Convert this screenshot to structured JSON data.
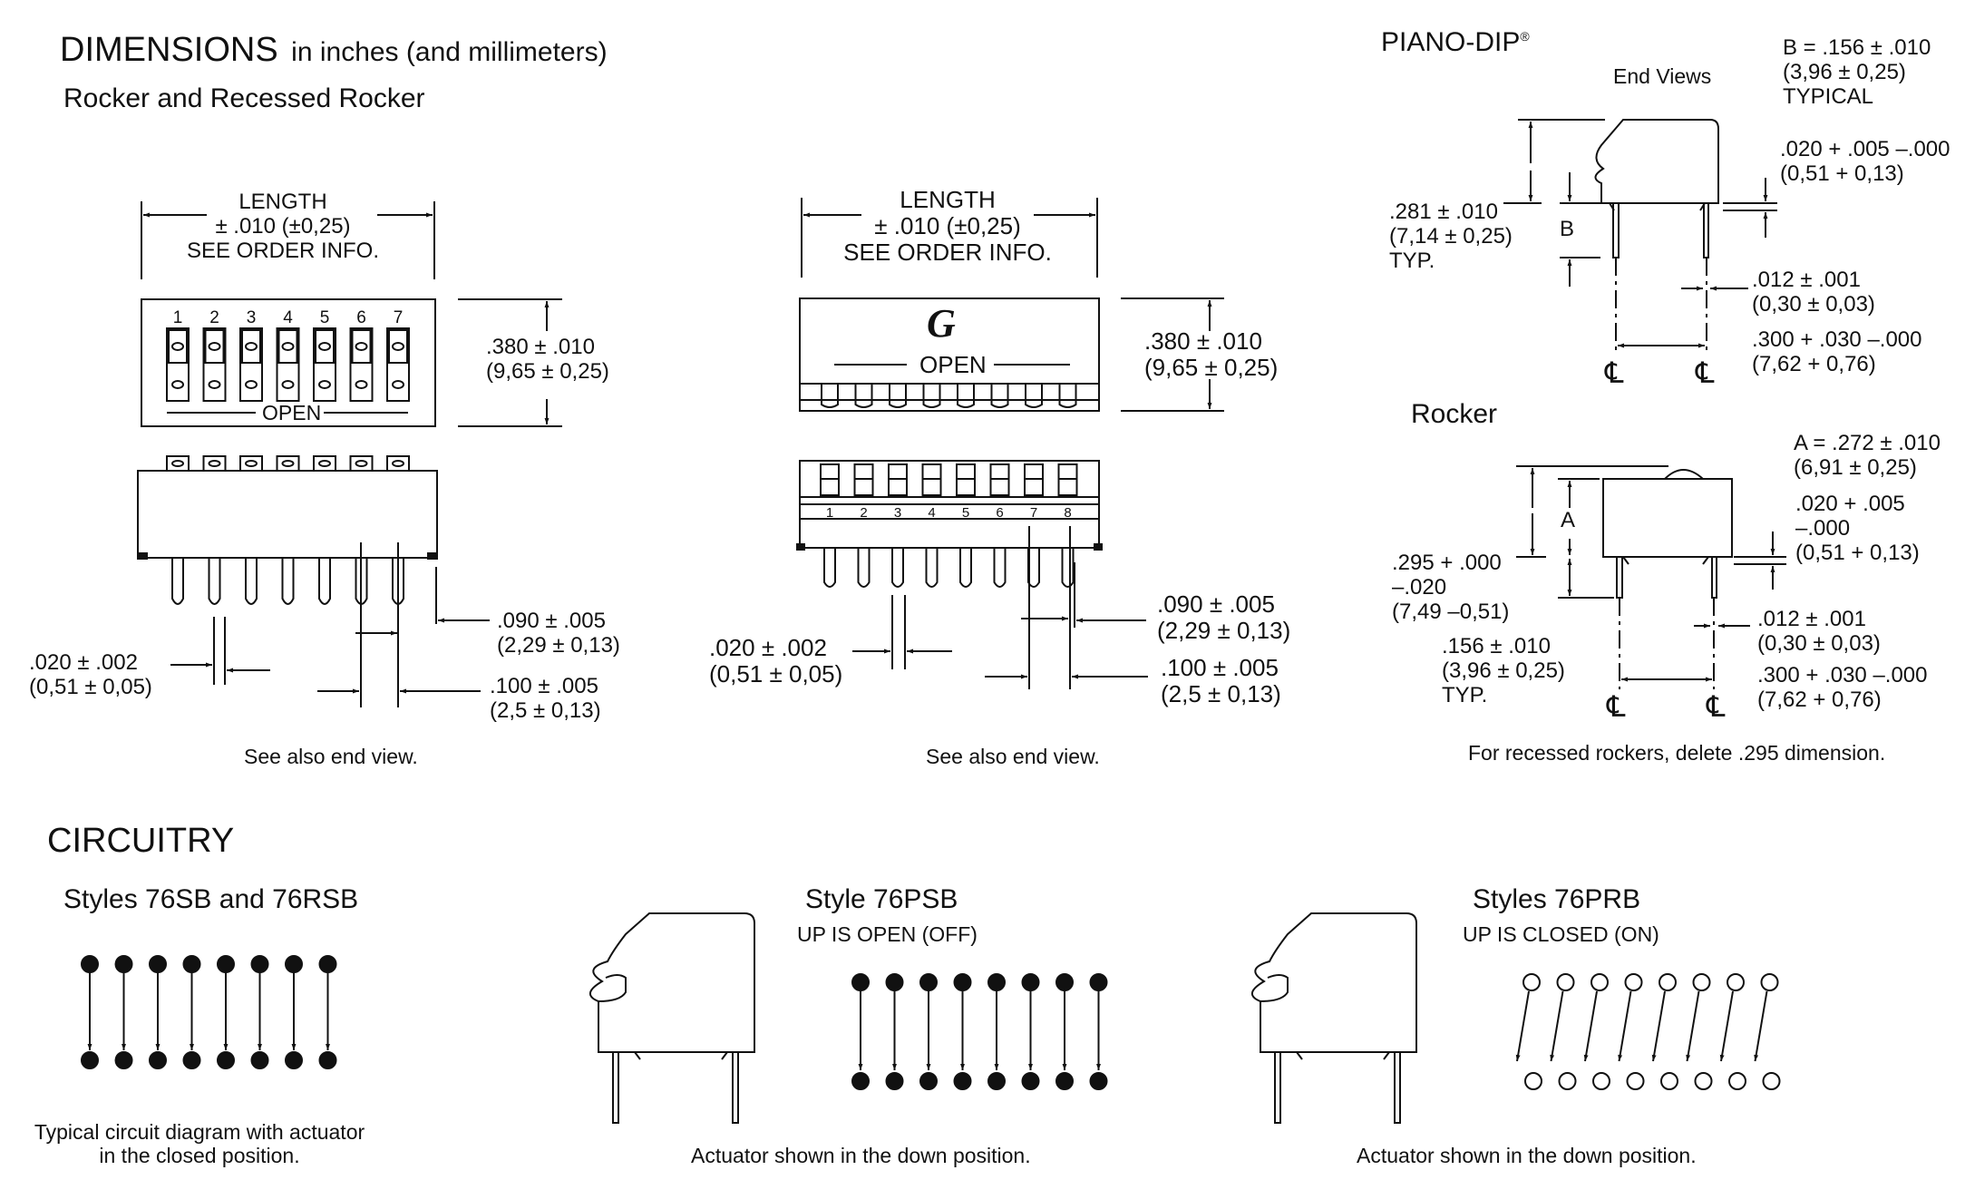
{
  "header": {
    "title": "DIMENSIONS",
    "title_suffix": "in inches (and millimeters)",
    "subtitle": "Rocker and Recessed Rocker"
  },
  "left_diagram": {
    "length_label": "LENGTH\n± .010 (±0,25)\nSEE ORDER INFO.",
    "height_label": ".380 ± .010\n(9,65 ± 0,25)",
    "open_label": "OPEN",
    "switch_numbers": [
      "1",
      "2",
      "3",
      "4",
      "5",
      "6",
      "7"
    ],
    "pin_width_label": ".020 ± .002\n(0,51 ± 0,05)",
    "offset_label": ".090 ± .005\n(2,29 ± 0,13)",
    "pitch_label": ".100 ± .005\n(2,5 ± 0,13)",
    "caption": "See also end view."
  },
  "middle_diagram": {
    "length_label": "LENGTH\n± .010 (±0,25)\nSEE ORDER INFO.",
    "height_label": ".380 ± .010\n(9,65 ± 0,25)",
    "logo_glyph": "G",
    "open_label": "OPEN",
    "switch_numbers": [
      "1",
      "2",
      "3",
      "4",
      "5",
      "6",
      "7",
      "8"
    ],
    "pin_width_label": ".020 ± .002\n(0,51 ± 0,05)",
    "offset_label": ".090 ± .005\n(2,29 ± 0,13)",
    "pitch_label": ".100 ± .005\n(2,5 ± 0,13)",
    "caption": "See also end view."
  },
  "piano_dip": {
    "title": "PIANO-DIP",
    "registered_mark": "®",
    "end_views_label": "End Views",
    "b_spec": "B = .156 ± .010\n(3,96 ± 0,25)\nTYPICAL",
    "thickness_label": ".020 + .005 –.000\n(0,51 + 0,13)",
    "height_label": ".281 ± .010\n(7,14 ± 0,25)\nTYP.",
    "b_letter": "B",
    "pin_label": ".012 ± .001\n(0,30 ± 0,03)",
    "spacing_label": ".300 + .030 –.000\n(7,62 + 0,76)",
    "centerline_symbol": "℄"
  },
  "rocker_end": {
    "title": "Rocker",
    "a_spec": "A = .272 ± .010\n(6,91 ± 0,25)",
    "a_letter": "A",
    "thickness_label": ".020 + .005\n–.000\n(0,51 + 0,13)",
    "height_label": ".295 + .000\n–.020\n(7,49 –0,51)",
    "standoff_label": ".156 ± .010\n(3,96 ± 0,25)\nTYP.",
    "pin_label": ".012 ± .001\n(0,30 ± 0,03)",
    "spacing_label": ".300 + .030 –.000\n(7,62 + 0,76)",
    "caption": "For recessed rockers, delete .295 dimension."
  },
  "circuitry": {
    "title": "CIRCUITRY",
    "style1": {
      "title": "Styles 76SB and 76RSB",
      "caption": "Typical circuit diagram with actuator\nin the closed position."
    },
    "style2": {
      "title": "Style 76PSB",
      "subtitle": "UP IS OPEN (OFF)",
      "caption": "Actuator shown in the down position."
    },
    "style3": {
      "title": "Styles 76PRB",
      "subtitle": "UP IS CLOSED (ON)",
      "caption": "Actuator shown in the down position."
    }
  }
}
